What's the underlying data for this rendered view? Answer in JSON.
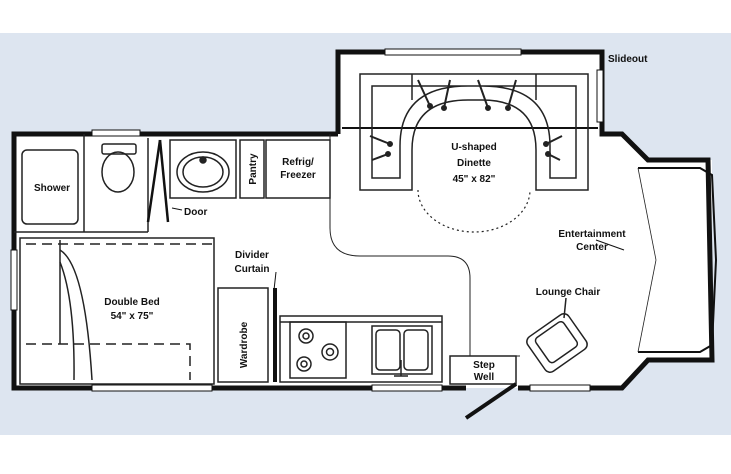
{
  "colors": {
    "background": "#ffffff",
    "band": "#dde5f0",
    "wall": "#111111",
    "floor": "#ffffff",
    "fixture_line": "#222222"
  },
  "labels": {
    "slideout": "Slideout",
    "dinette": [
      "U-shaped",
      "Dinette",
      "45\" x 82\""
    ],
    "shower": "Shower",
    "door": "Door",
    "pantry": "Pantry",
    "refrig": [
      "Refrig/",
      "Freezer"
    ],
    "divider": [
      "Divider",
      "Curtain"
    ],
    "bed": [
      "Double Bed",
      "54\" x 75\""
    ],
    "wardrobe": "Wardrobe",
    "entertainment": [
      "Entertainment",
      "Center"
    ],
    "lounge": "Lounge Chair",
    "step_well": [
      "Step",
      "Well"
    ]
  }
}
